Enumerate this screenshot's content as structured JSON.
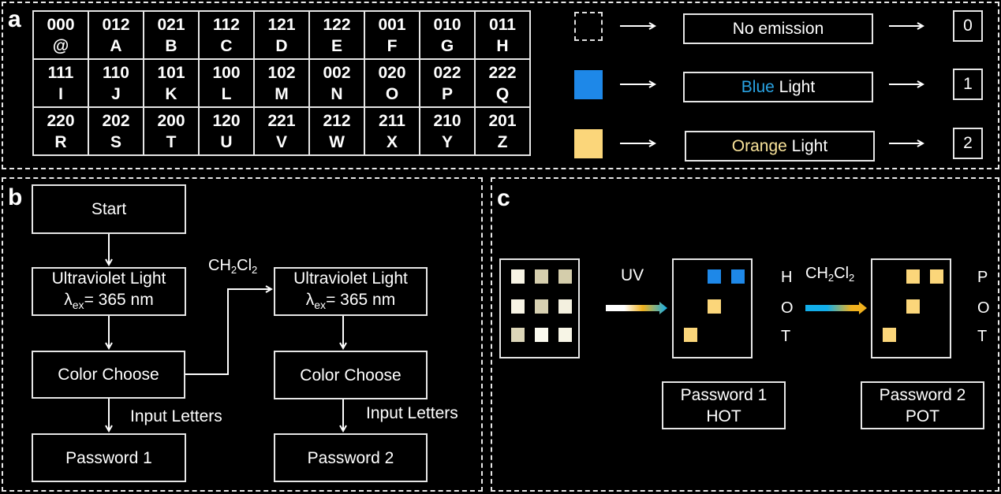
{
  "panel_a": {
    "label": "a",
    "code_table": [
      [
        {
          "code": "000",
          "char": "@"
        },
        {
          "code": "012",
          "char": "A"
        },
        {
          "code": "021",
          "char": "B"
        },
        {
          "code": "112",
          "char": "C"
        },
        {
          "code": "121",
          "char": "D"
        },
        {
          "code": "122",
          "char": "E"
        },
        {
          "code": "001",
          "char": "F"
        },
        {
          "code": "010",
          "char": "G"
        },
        {
          "code": "011",
          "char": "H"
        }
      ],
      [
        {
          "code": "111",
          "char": "I"
        },
        {
          "code": "110",
          "char": "J"
        },
        {
          "code": "101",
          "char": "K"
        },
        {
          "code": "100",
          "char": "L"
        },
        {
          "code": "102",
          "char": "M"
        },
        {
          "code": "002",
          "char": "N"
        },
        {
          "code": "020",
          "char": "O"
        },
        {
          "code": "022",
          "char": "P"
        },
        {
          "code": "222",
          "char": "Q"
        }
      ],
      [
        {
          "code": "220",
          "char": "R"
        },
        {
          "code": "202",
          "char": "S"
        },
        {
          "code": "200",
          "char": "T"
        },
        {
          "code": "120",
          "char": "U"
        },
        {
          "code": "221",
          "char": "V"
        },
        {
          "code": "212",
          "char": "W"
        },
        {
          "code": "211",
          "char": "X"
        },
        {
          "code": "210",
          "char": "Y"
        },
        {
          "code": "201",
          "char": "Z"
        }
      ]
    ],
    "legend": [
      {
        "swatch": "none",
        "label_colored": "",
        "label_plain": "No emission",
        "digit": "0"
      },
      {
        "swatch": "blue",
        "label_colored": "Blue",
        "label_plain": " Light",
        "digit": "1"
      },
      {
        "swatch": "orange",
        "label_colored": "Orange",
        "label_plain": " Light",
        "digit": "2"
      }
    ]
  },
  "panel_b": {
    "label": "b",
    "start": "Start",
    "uv_line1": "Ultraviolet Light",
    "uv_lambda": "λ",
    "uv_sub": "ex",
    "uv_line2": "= 365 nm",
    "color_choose": "Color Choose",
    "input_letters": "Input Letters",
    "password1": "Password 1",
    "password2": "Password 2",
    "solvent": {
      "c": "CH",
      "n1": "2",
      "cl": "Cl",
      "n2": "2"
    }
  },
  "panel_c": {
    "label": "c",
    "uv_label": "UV",
    "solvent": {
      "c": "CH",
      "n1": "2",
      "cl": "Cl",
      "n2": "2"
    },
    "initial_grid_colors": [
      [
        "#f7f4e4",
        "#d6cfae",
        "#d4cdab"
      ],
      [
        "#f7f4e4",
        "#d8d1b2",
        "#f3f0df"
      ],
      [
        "#dcd6b8",
        "#fbfaef",
        "#f7f5e6"
      ]
    ],
    "password1_grid": [
      [
        0,
        1,
        1
      ],
      [
        0,
        2,
        0
      ],
      [
        2,
        0,
        0
      ]
    ],
    "password1_letters": [
      "H",
      "O",
      "T"
    ],
    "password2_grid": [
      [
        0,
        2,
        2
      ],
      [
        0,
        2,
        0
      ],
      [
        2,
        0,
        0
      ]
    ],
    "password2_letters": [
      "P",
      "O",
      "T"
    ],
    "password1_box": {
      "line1": "Password 1",
      "line2": "HOT"
    },
    "password2_box": {
      "line1": "Password 2",
      "line2": "POT"
    }
  },
  "colors": {
    "blue": "#1e88e8",
    "orange": "#fbd67a",
    "blue_text": "#29a3e3",
    "orange_text": "#f9e39a",
    "gradient_white": "#ffffff",
    "gradient_orange": "#f0b11e",
    "gradient_cyan": "#12aeea"
  }
}
